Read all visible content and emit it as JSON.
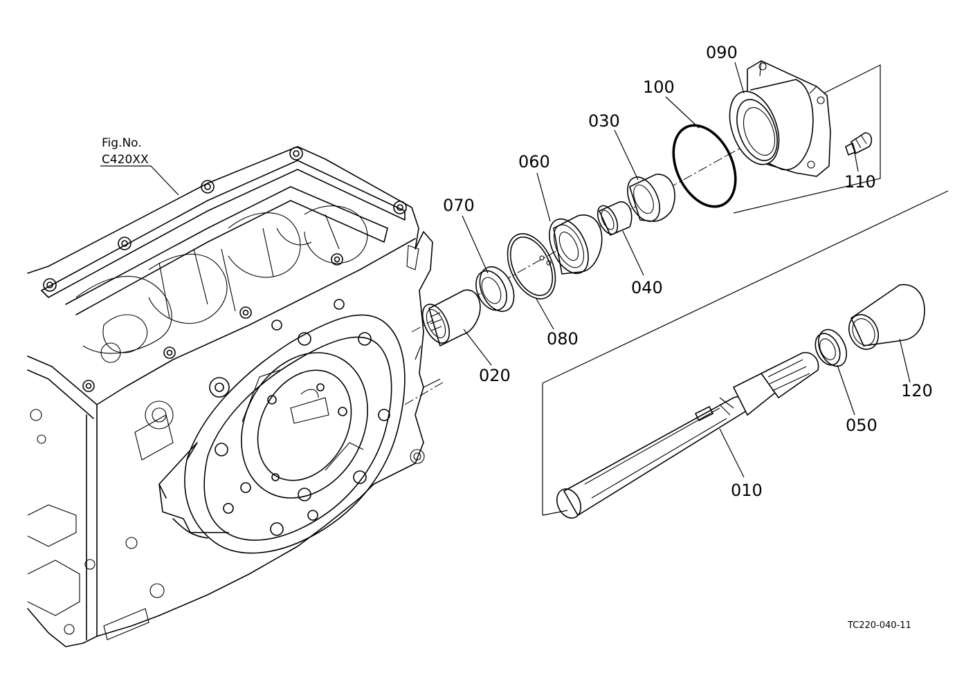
{
  "figure_ref": {
    "line1": "Fig.No.",
    "line2": "C420XX"
  },
  "drawing_code": "TC220-040-11",
  "parts": {
    "p010": "010",
    "p020": "020",
    "p030": "030",
    "p040": "040",
    "p050": "050",
    "p060": "060",
    "p070": "070",
    "p080": "080",
    "p090": "090",
    "p100": "100",
    "p110": "110",
    "p120": "120"
  }
}
